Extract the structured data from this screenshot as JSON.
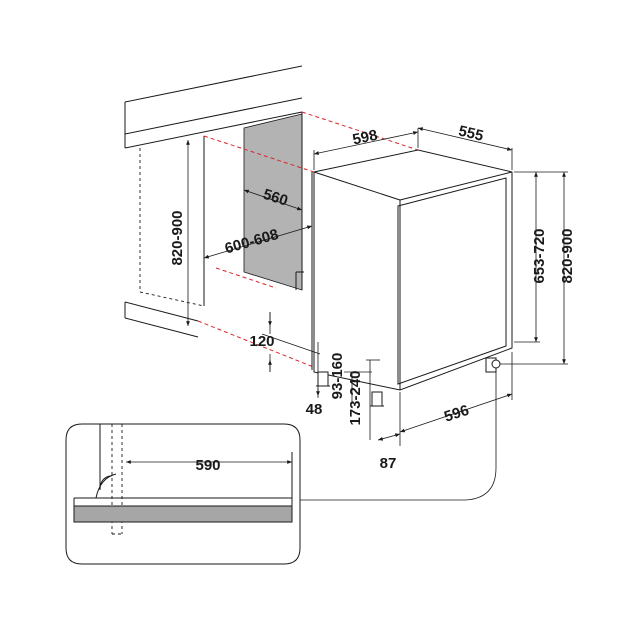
{
  "dimensions": {
    "appliance_width": "598",
    "appliance_depth": "555",
    "niche_height_left": "820-900",
    "niche_depth": "560",
    "niche_width": "600-608",
    "appliance_height": "653-720",
    "appliance_height_right": "820-900",
    "plinth_height": "120",
    "foot_offset": "48",
    "toe_gap": "93-160",
    "toe_kick": "173-240",
    "base_width": "596",
    "front_offset": "87",
    "detail_depth": "590"
  },
  "colors": {
    "line": "#1a1a1a",
    "hidden_line": "#d9262c",
    "niche_panel": "#b3b3b3",
    "worktop_strip": "#a6a6a6"
  }
}
